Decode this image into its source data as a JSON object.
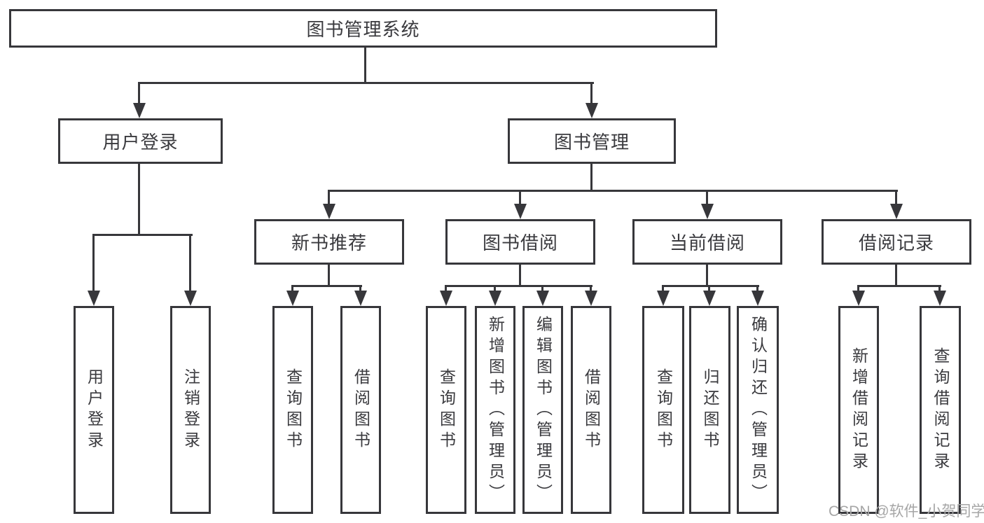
{
  "tree": {
    "root": {
      "label": "图书管理系统"
    },
    "branches": [
      {
        "label": "用户登录",
        "children": [
          {
            "label": "用户登录"
          },
          {
            "label": "注销登录"
          }
        ]
      },
      {
        "label": "图书管理",
        "children": [
          {
            "label": "新书推荐",
            "children": [
              {
                "label": "查询图书"
              },
              {
                "label": "借阅图书"
              }
            ]
          },
          {
            "label": "图书借阅",
            "children": [
              {
                "label": "查询图书"
              },
              {
                "label": "新增图书（管理员）"
              },
              {
                "label": "编辑图书（管理员）"
              },
              {
                "label": "借阅图书"
              }
            ]
          },
          {
            "label": "当前借阅",
            "children": [
              {
                "label": "查询图书"
              },
              {
                "label": "归还图书"
              },
              {
                "label": "确认归还（管理员）"
              }
            ]
          },
          {
            "label": "借阅记录",
            "children": [
              {
                "label": "新增借阅记录"
              },
              {
                "label": "查询借阅记录"
              }
            ]
          }
        ]
      }
    ]
  },
  "watermark": {
    "text": "CSDN @软件_小贺同学"
  },
  "colors": {
    "line": "#37373b",
    "text": "#3a3a3e",
    "watermark": "#a6a6a6",
    "background": "#ffffff"
  }
}
